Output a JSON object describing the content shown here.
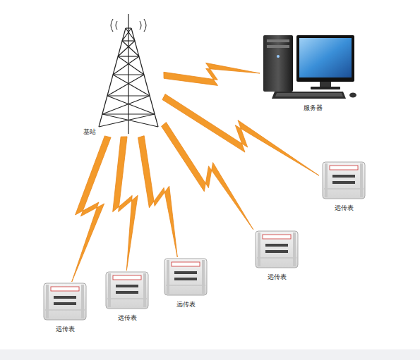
{
  "diagram": {
    "nodes": [
      {
        "text": [
          "基站"
        ]
      },
      {
        "text": [
          "服务器"
        ]
      },
      {
        "text": [
          "远传表"
        ]
      },
      {
        "text": [
          "远传表"
        ]
      },
      {
        "text": [
          "远传表"
        ]
      },
      {
        "text": [
          "远传表"
        ]
      },
      {
        "text": [
          "远传表"
        ]
      }
    ],
    "edges": [
      {
        "from": 0,
        "to": 1,
        "arrow": "none"
      },
      {
        "from": 0,
        "to": 2,
        "arrow": "none"
      },
      {
        "from": 0,
        "to": 3,
        "arrow": "none"
      },
      {
        "from": 0,
        "to": 4,
        "arrow": "none"
      },
      {
        "from": 0,
        "to": 5,
        "arrow": "none"
      },
      {
        "from": 0,
        "to": 6,
        "arrow": "none"
      }
    ]
  }
}
